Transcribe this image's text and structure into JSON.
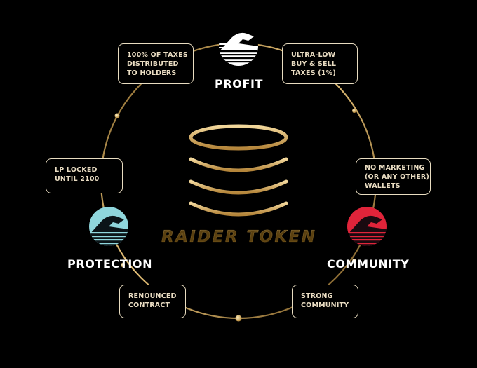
{
  "brand": {
    "name": "RAIDER TOKEN"
  },
  "pillars": {
    "profit": {
      "label": "PROFIT"
    },
    "protection": {
      "label": "PROTECTION"
    },
    "community": {
      "label": "COMMUNITY"
    }
  },
  "features": [
    {
      "lines": [
        "100% OF TAXES",
        "DISTRIBUTED",
        "TO HOLDERS"
      ]
    },
    {
      "lines": [
        "ULTRA-LOW",
        "BUY & SELL",
        "TAXES (1%)"
      ]
    },
    {
      "lines": [
        "LP LOCKED",
        "UNTIL 2100"
      ]
    },
    {
      "lines": [
        "NO MARKETING",
        "(OR ANY OTHER)",
        "WALLETS"
      ]
    },
    {
      "lines": [
        "RENOUNCED",
        "CONTRACT"
      ]
    },
    {
      "lines": [
        "STRONG",
        "COMMUNITY"
      ]
    }
  ],
  "emblems": {
    "profit": {
      "icon": "eagle-emblem-icon",
      "color": "#ffffff"
    },
    "protection": {
      "icon": "eagle-emblem-icon",
      "color": "#8fd6dc"
    },
    "community": {
      "icon": "eagle-emblem-icon",
      "color": "#e0243a"
    }
  },
  "colors": {
    "gold": "#d9b46a",
    "text": "#e9dcc2",
    "background": "#000000"
  }
}
